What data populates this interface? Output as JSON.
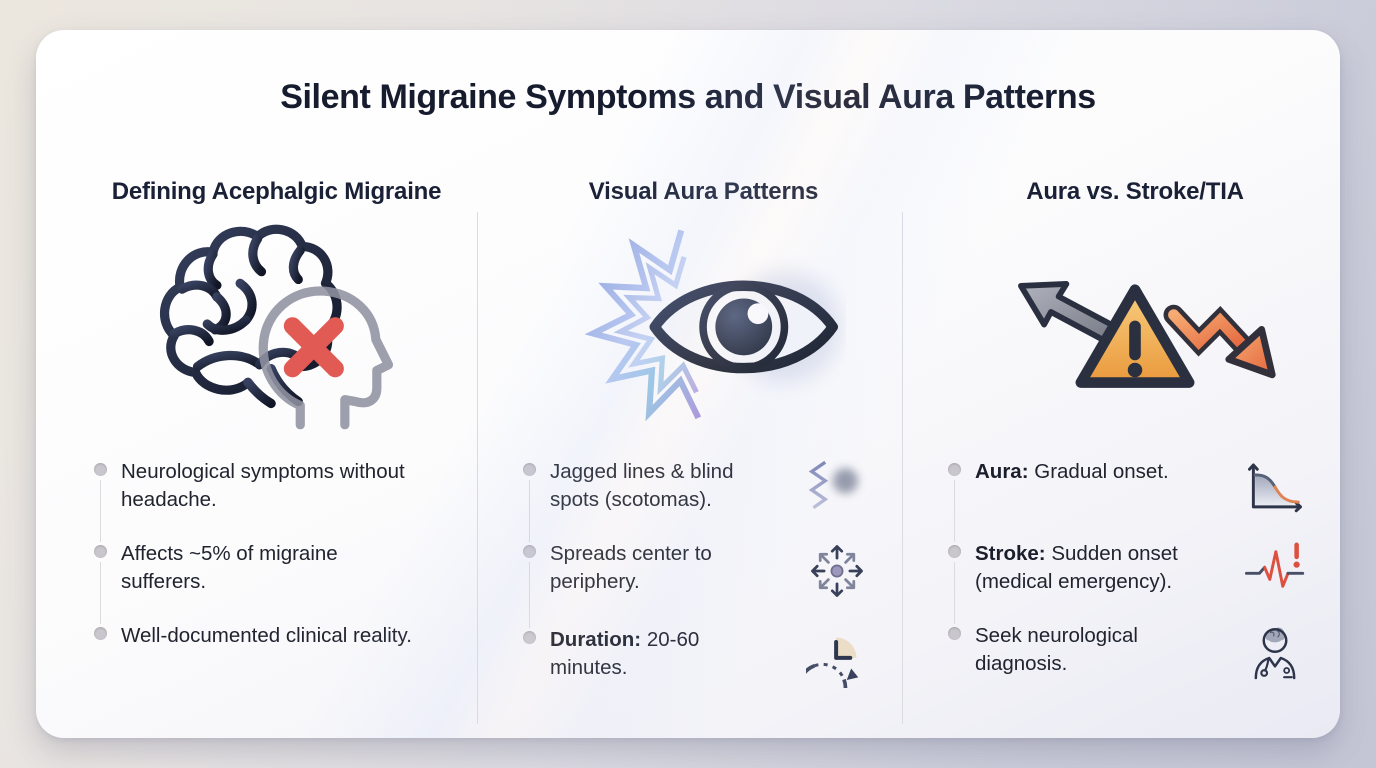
{
  "title": "Silent Migraine Symptoms and Visual Aura Patterns",
  "colors": {
    "title_text": "#161b2e",
    "body_text": "#21242f",
    "panel_bg": "#ffffff",
    "bullet_dot": "#c9c6cd",
    "accent_red_x": "#e15a54",
    "warning_triangle_orange": "#efa54b",
    "arrow_orange": "#ec7a4e",
    "arrow_gray": "#757987",
    "icon_navy": "#242c44",
    "aura_iridescent_blue": "#9aa8e0"
  },
  "columns": [
    {
      "header": "Defining Acephalgic Migraine",
      "main_icon": "brain-headless-migraine-icon",
      "bullets": [
        {
          "bold": "",
          "text": "Neurological symptoms without headache.",
          "icon": ""
        },
        {
          "bold": "",
          "text": "Affects ~5% of migraine sufferers.",
          "icon": ""
        },
        {
          "bold": "",
          "text": "Well-documented clinical reality.",
          "icon": ""
        }
      ]
    },
    {
      "header": "Visual Aura Patterns",
      "main_icon": "eye-aura-scintillation-icon",
      "bullets": [
        {
          "bold": "",
          "text": "Jagged lines & blind spots (scotomas).",
          "icon": "zigzag-scotoma-icon"
        },
        {
          "bold": "",
          "text": "Spreads center to periphery.",
          "icon": "radiating-arrows-icon"
        },
        {
          "bold": "Duration:",
          "text": "20-60 minutes.",
          "icon": "clock-duration-icon"
        }
      ]
    },
    {
      "header": "Aura vs. Stroke/TIA",
      "main_icon": "warning-diverging-arrows-icon",
      "bullets": [
        {
          "bold": "Aura:",
          "text": "Gradual onset.",
          "icon": "gradual-onset-curve-icon"
        },
        {
          "bold": "Stroke:",
          "text": "Sudden onset (medical emergency).",
          "icon": "ecg-alert-icon"
        },
        {
          "bold": "",
          "text": "Seek neurological diagnosis.",
          "icon": "neurologist-doctor-icon"
        }
      ]
    }
  ]
}
